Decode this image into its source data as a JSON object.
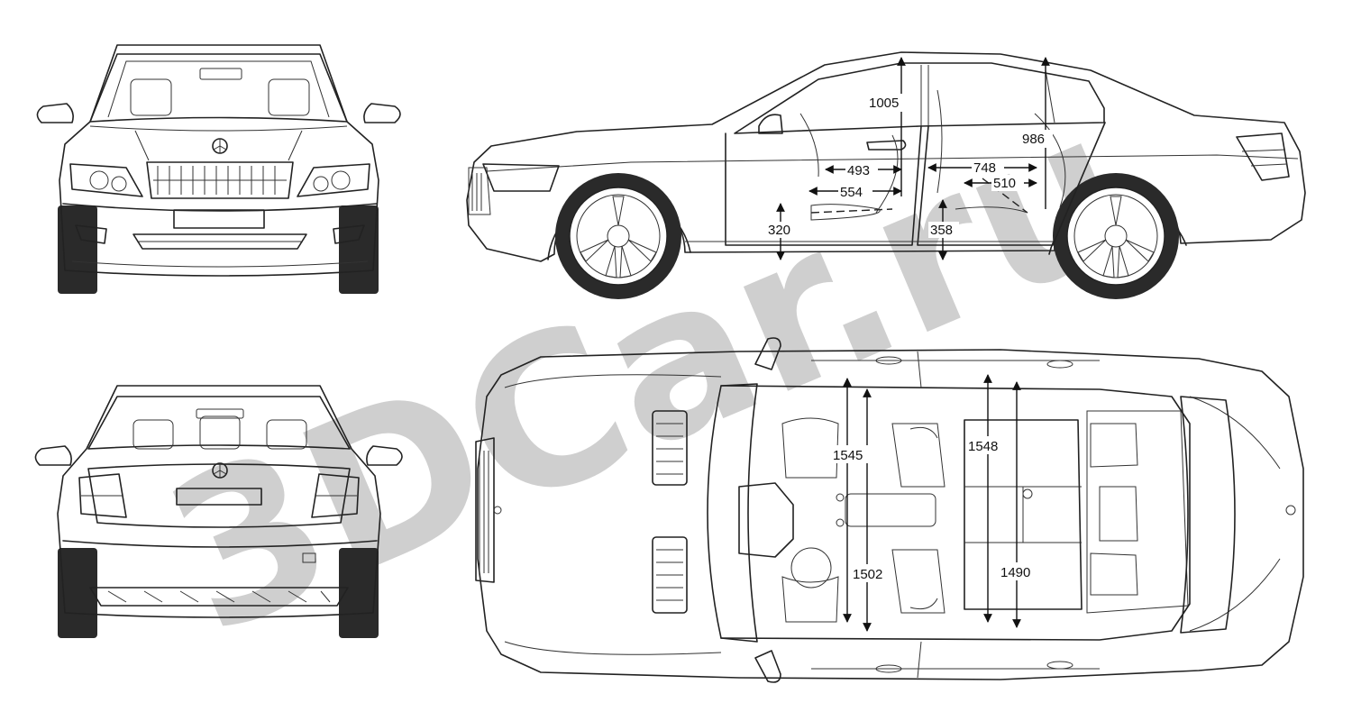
{
  "watermark": "3DCar.ru",
  "dimensions": {
    "side_roof_front": "1005",
    "side_roof_rear": "986",
    "side_front_knee": "493",
    "side_front_cushion": "554",
    "side_rear_knee": "748",
    "side_rear_cushion": "510",
    "side_front_sill": "320",
    "side_rear_sill": "358",
    "top_front_shoulder": "1545",
    "top_rear_shoulder": "1548",
    "top_front_hip": "1502",
    "top_rear_hip": "1490"
  }
}
